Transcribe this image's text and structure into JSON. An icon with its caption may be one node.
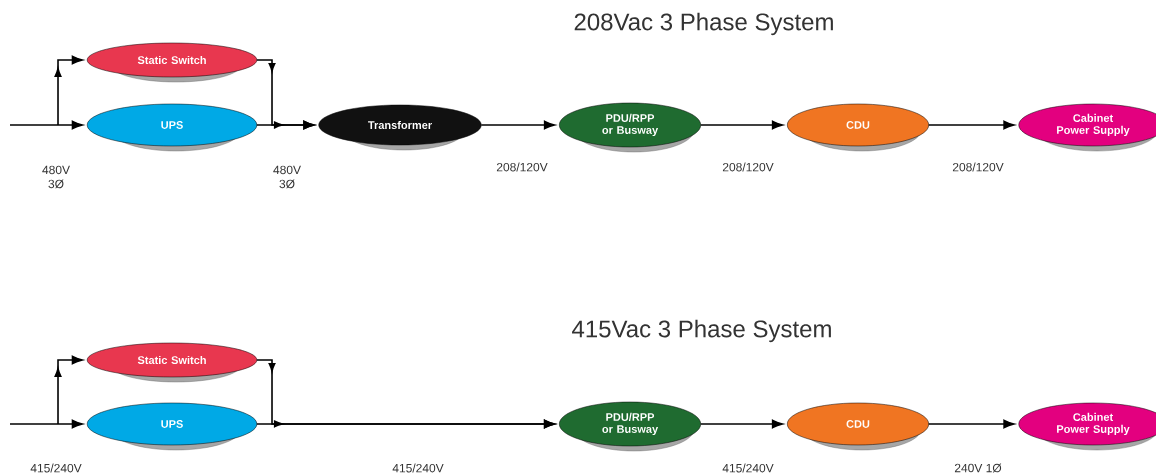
{
  "diagram": {
    "nodes": [
      {
        "text": [
          "Static Switch"
        ]
      },
      {
        "text": [
          "UPS"
        ]
      },
      {
        "text": [
          "Transformer"
        ]
      },
      {
        "text": [
          "PDU/RPP or Busway"
        ]
      },
      {
        "text": [
          "CDU"
        ]
      },
      {
        "text": [
          "Cabinet Power Supply"
        ]
      },
      {
        "text": [
          "Static Switch"
        ]
      },
      {
        "text": [
          "UPS"
        ]
      },
      {
        "text": [
          "PDU/RPP or Busway"
        ]
      },
      {
        "text": [
          "CDU"
        ]
      },
      {
        "text": [
          "Cabinet Power Supply"
        ]
      }
    ],
    "edges": [
      {
        "from": null,
        "to": 1,
        "arrow": "to"
      },
      {
        "from": null,
        "to": 0,
        "arrow": "to"
      },
      {
        "from": 0,
        "to": 2,
        "arrow": "to"
      },
      {
        "from": 1,
        "to": 2,
        "arrow": "to"
      },
      {
        "from": 2,
        "to": 3,
        "arrow": "to"
      },
      {
        "from": 3,
        "to": 4,
        "arrow": "to"
      },
      {
        "from": 4,
        "to": 5,
        "arrow": "to"
      },
      {
        "from": null,
        "to": 7,
        "arrow": "to"
      },
      {
        "from": null,
        "to": 6,
        "arrow": "to"
      },
      {
        "from": 6,
        "to": 8,
        "arrow": "to"
      },
      {
        "from": 7,
        "to": 8,
        "arrow": "to"
      },
      {
        "from": 8,
        "to": 9,
        "arrow": "to"
      },
      {
        "from": 9,
        "to": 10,
        "arrow": "to"
      }
    ],
    "labels": [
      "208Vac 3 Phase System",
      "480V 3Ø",
      "480V 3Ø",
      "208/120V",
      "208/120V",
      "208/120V",
      "415Vac 3 Phase System",
      "415/240V",
      "415/240V",
      "415/240V",
      "240V 1Ø"
    ]
  }
}
